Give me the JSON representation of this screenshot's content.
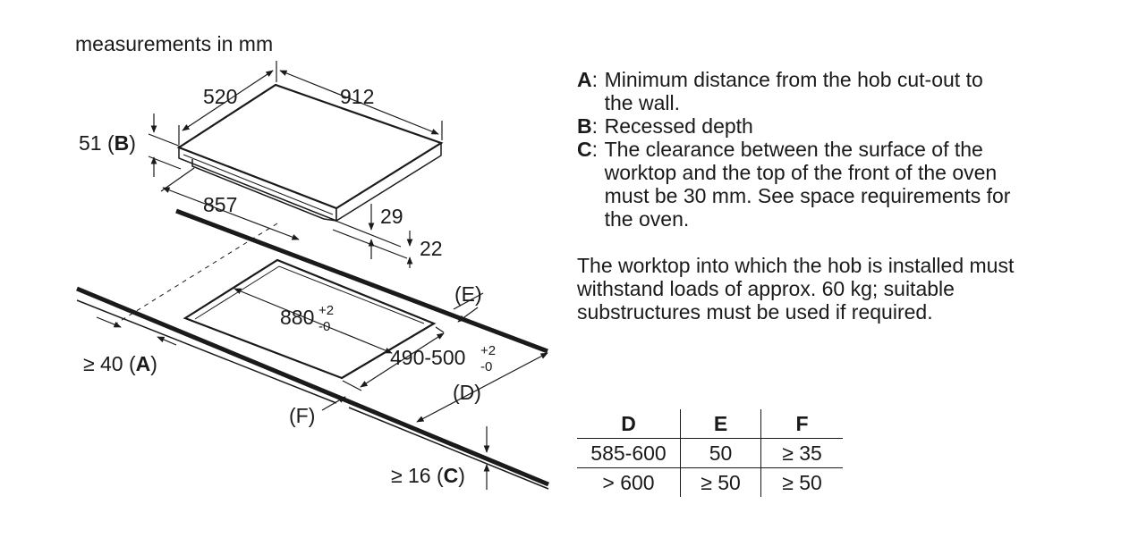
{
  "header": {
    "units": "measurements in mm"
  },
  "dimensions": {
    "width": "912",
    "depth": "520",
    "recessed_depth_value": "51 (",
    "recessed_depth_key": "B",
    "recessed_depth_close": ")",
    "inner_width": "857",
    "glass_thickness": "29",
    "frame_height": "22",
    "cutout_width": "880",
    "cutout_width_tol_plus": "+2",
    "cutout_width_tol_minus": "-0",
    "cutout_depth": "490-500",
    "cutout_depth_tol_plus": "+2",
    "cutout_depth_tol_minus": "-0",
    "wall_distance_value": "≥ 40 (",
    "wall_distance_key": "A",
    "wall_distance_close": ")",
    "label_E": "(E)",
    "label_D": "(D)",
    "label_F": "(F)",
    "clearance_value": "≥ 16 (",
    "clearance_key": "C",
    "clearance_close": ")"
  },
  "legend": [
    {
      "key": "A",
      "text": "Minimum distance from the hob cut-out to the wall."
    },
    {
      "key": "B",
      "text": "Recessed depth"
    },
    {
      "key": "C",
      "text": "The clearance between the surface of the worktop and the top of the front of the oven must be 30 mm. See space requirements for the oven."
    }
  ],
  "note": "The worktop into which the hob is installed must withstand loads of approx. 60 kg; suitable substructures must be used if required.",
  "table": {
    "headers": [
      "D",
      "E",
      "F"
    ],
    "rows": [
      [
        "585-600",
        "50",
        "≥ 35"
      ],
      [
        "> 600",
        "≥ 50",
        "≥ 50"
      ]
    ]
  },
  "colors": {
    "ink": "#1a1a1a",
    "background": "#ffffff"
  }
}
